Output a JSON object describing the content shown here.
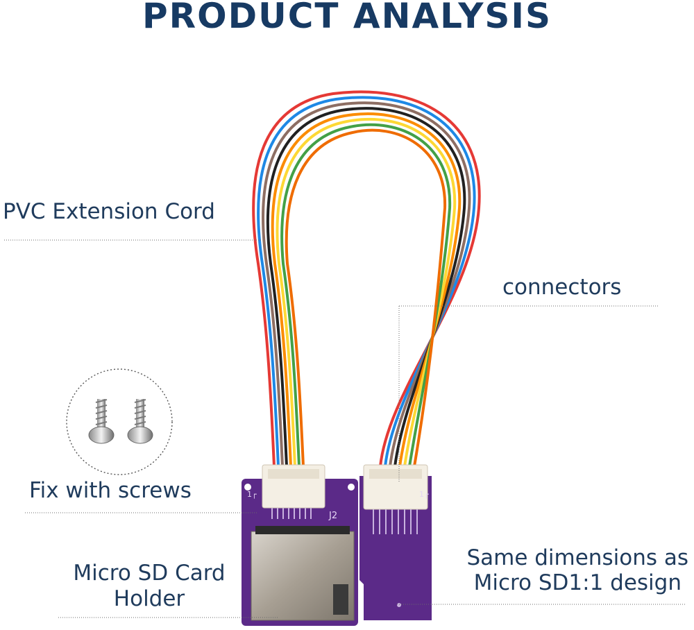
{
  "title": "PRODUCT ANALYSIS",
  "labels": {
    "pvc_cord": "PVC Extension Cord",
    "connectors": "connectors",
    "fix_screws": "Fix with screws",
    "sd_holder_line1": "Micro SD Card",
    "sd_holder_line2": "Holder",
    "dimensions_line1": "Same dimensions as",
    "dimensions_line2": "Micro SD1:1 design"
  },
  "pcb_silkscreen": {
    "pin1_left": "1┌",
    "pin1_right": "1┌",
    "connector_ref": "J2"
  },
  "colors": {
    "title": "#173a63",
    "label": "#1f3b5c",
    "pcb": "#5b2a88",
    "wires": [
      "#e53935",
      "#1e88e5",
      "#8d6e63",
      "#212121",
      "#fb8c00",
      "#fdd835",
      "#43a047",
      "#ef6c00"
    ]
  }
}
